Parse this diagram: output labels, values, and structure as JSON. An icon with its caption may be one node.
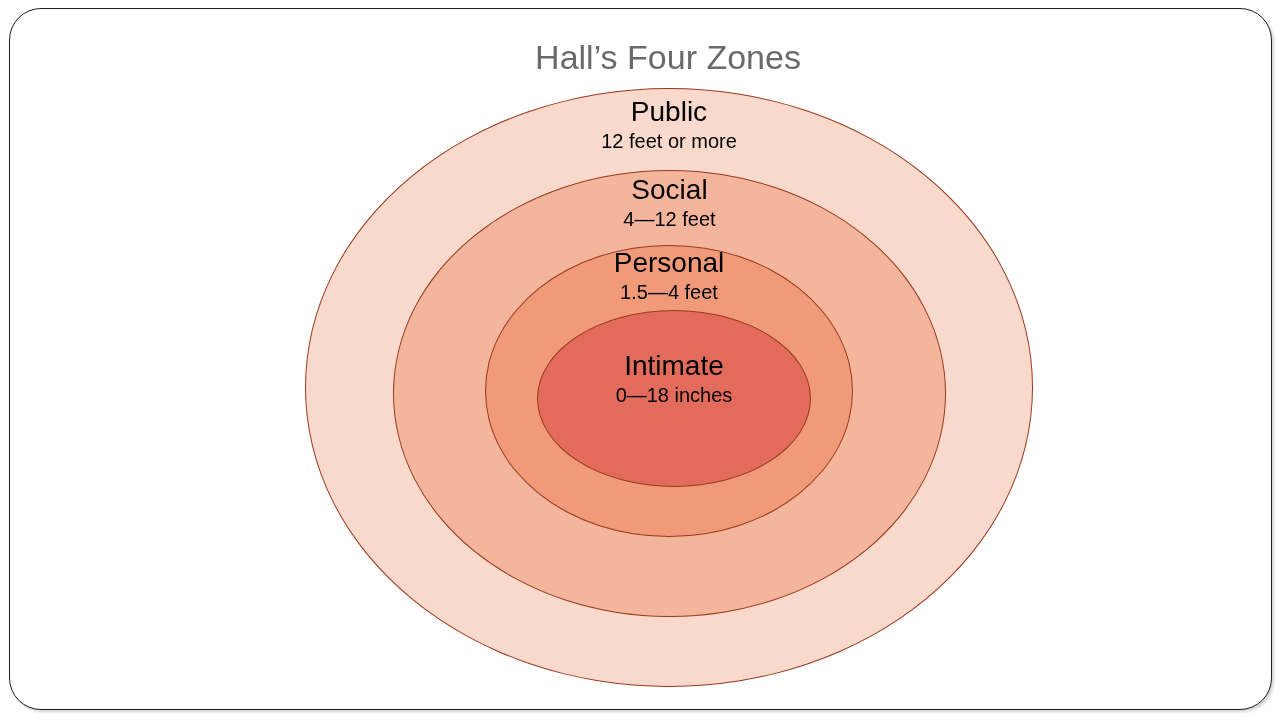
{
  "diagram": {
    "title": "Hall’s Four Zones",
    "nodes": [
      {
        "text": [
          "Public",
          "12 feet or more"
        ]
      },
      {
        "text": [
          "Social",
          "4—12 feet"
        ],
        "in": 0
      },
      {
        "text": [
          "Personal",
          "1.5—4 feet"
        ],
        "in": 1
      },
      {
        "text": [
          "Intimate",
          "0—18 inches"
        ],
        "in": 2
      }
    ]
  }
}
